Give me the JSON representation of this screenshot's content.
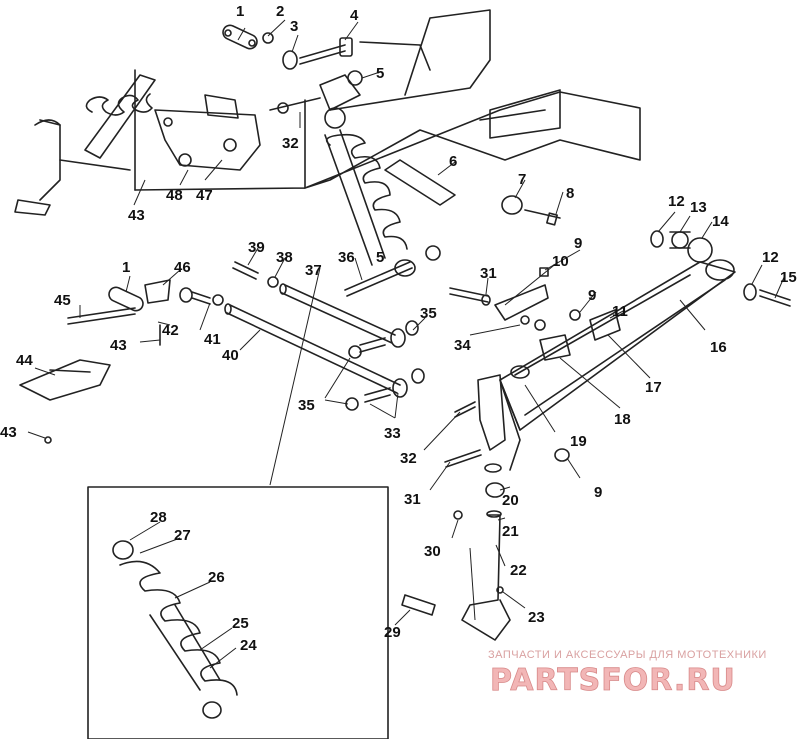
{
  "diagram": {
    "callouts": [
      "1",
      "2",
      "3",
      "4",
      "5",
      "32",
      "6",
      "7",
      "8",
      "48",
      "47",
      "43",
      "39",
      "38",
      "36",
      "37",
      "5",
      "31",
      "9",
      "10",
      "9",
      "11",
      "12",
      "13",
      "14",
      "12",
      "15",
      "16",
      "17",
      "18",
      "35",
      "34",
      "19",
      "1",
      "46",
      "45",
      "42",
      "41",
      "43",
      "40",
      "44",
      "43",
      "35",
      "33",
      "32",
      "31",
      "20",
      "9",
      "21",
      "30",
      "22",
      "28",
      "27",
      "26",
      "25",
      "24",
      "23",
      "29"
    ]
  },
  "watermark": {
    "tagline": "ЗАПЧАСТИ И АКСЕССУАРЫ ДЛЯ МОТОТЕХНИКИ",
    "logo": "PARTSFOR.RU"
  }
}
